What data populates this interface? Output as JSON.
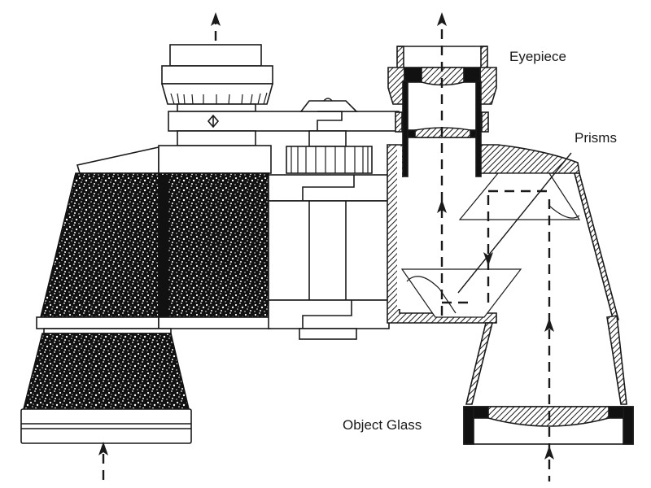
{
  "diagram": {
    "subject": "Binoculars cross-section",
    "labels": {
      "eyepiece": "Eyepiece",
      "prisms": "Prisms",
      "object_glass": "Object Glass"
    },
    "colors": {
      "ink": "#1a1a1a",
      "paper": "#ffffff"
    },
    "light_path": "dashed arrows enter through the object glass, fold through two prisms, and exit through the eyepiece"
  }
}
